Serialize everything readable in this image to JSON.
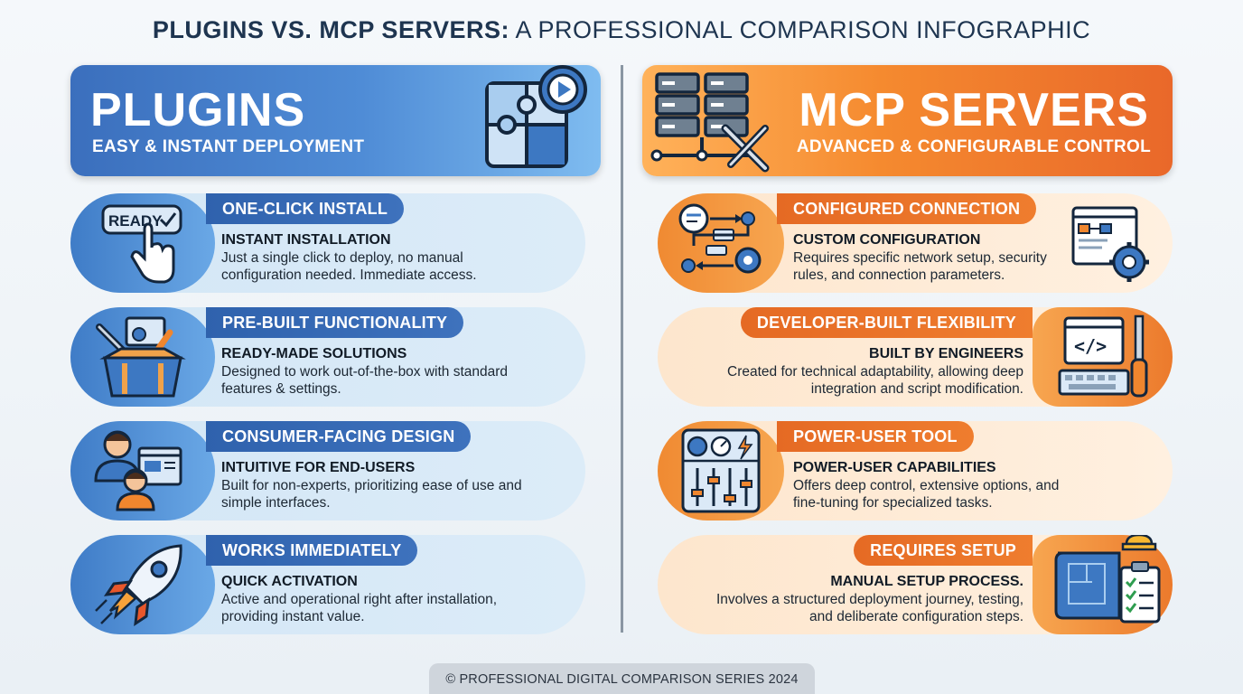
{
  "title": {
    "strong": "PLUGINS VS. MCP SERVERS:",
    "light": "A PROFESSIONAL COMPARISON INFOGRAPHIC"
  },
  "left": {
    "heading": "PLUGINS",
    "subheading": "EASY & INSTANT DEPLOYMENT",
    "cards": [
      {
        "icon": "ready-click-icon",
        "badge": "READY",
        "title": "ONE-CLICK INSTALL",
        "subtitle": "INSTANT INSTALLATION",
        "line1": "Just a single click to deploy, no manual",
        "line2": "configuration needed. Immediate access."
      },
      {
        "icon": "toolbox-icon",
        "title": "PRE-BUILT FUNCTIONALITY",
        "subtitle": "READY-MADE SOLUTIONS",
        "line1": "Designed to work out-of-the-box with standard",
        "line2": "features & settings."
      },
      {
        "icon": "users-icon",
        "title": "CONSUMER-FACING DESIGN",
        "subtitle": "INTUITIVE FOR END-USERS",
        "line1": "Built for non-experts, prioritizing ease of use and",
        "line2": "simple interfaces."
      },
      {
        "icon": "rocket-icon",
        "title": "WORKS IMMEDIATELY",
        "subtitle": "QUICK ACTIVATION",
        "line1": "Active and operational right after installation,",
        "line2": "providing instant value."
      }
    ]
  },
  "right": {
    "heading": "MCP SERVERS",
    "subheading": "ADVANCED & CONFIGURABLE CONTROL",
    "cards": [
      {
        "icon": "workflow-icon",
        "icon2": "config-window-icon",
        "title": "CONFIGURED CONNECTION",
        "subtitle": "CUSTOM CONFIGURATION",
        "line1": "Requires specific network setup, security",
        "line2": "rules, and connection parameters."
      },
      {
        "icon": "code-screwdriver-icon",
        "title": "DEVELOPER-BUILT FLEXIBILITY",
        "subtitle": "BUILT BY ENGINEERS",
        "line1": "Created for technical adaptability, allowing deep",
        "line2": "integration and script modification."
      },
      {
        "icon": "control-panel-icon",
        "title": "POWER-USER TOOL",
        "subtitle": "POWER-USER CAPABILITIES",
        "line1": "Offers deep control, extensive options, and",
        "line2": "fine-tuning for specialized tasks."
      },
      {
        "icon": "blueprint-icon",
        "title": "REQUIRES SETUP",
        "subtitle": "MANUAL SETUP PROCESS.",
        "line1": "Involves a structured deployment journey, testing,",
        "line2": "and deliberate configuration steps."
      }
    ]
  },
  "footer": "© PROFESSIONAL DIGITAL COMPARISON SERIES 2024",
  "colors": {
    "blue": "#3b6fbd",
    "orange": "#f58a2f",
    "navy": "#1e3550"
  }
}
